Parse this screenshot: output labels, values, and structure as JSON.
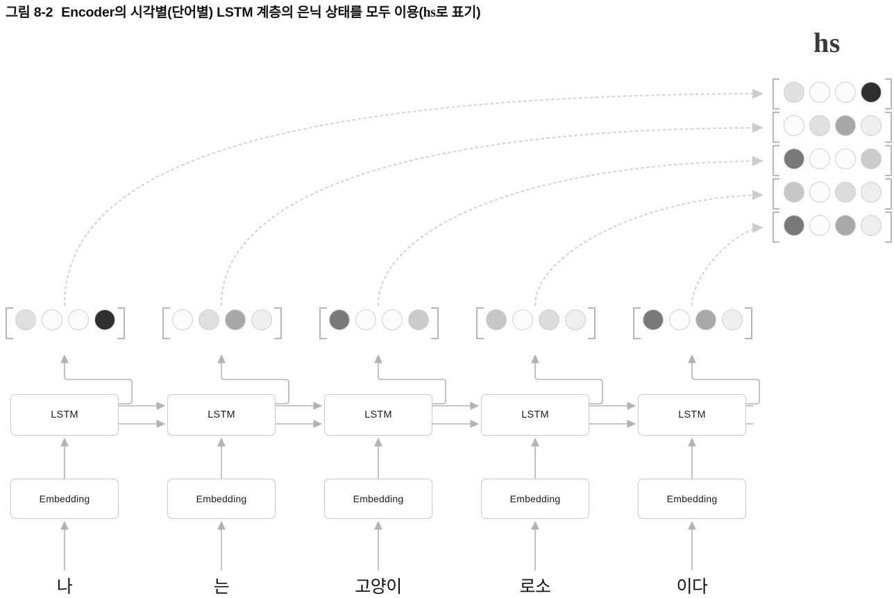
{
  "caption": {
    "figure_number": "그림 8-2",
    "text_before": "Encoder의 시각별(단어별) LSTM 계층의 은닉 상태를 모두 이용(",
    "symbol": "hs",
    "text_after": "로 표기)"
  },
  "hs_label": "hs",
  "colors": {
    "box_border": "#c9c9c9",
    "arrow": "#b3b3b3",
    "dashed_arrow": "#d2d2d2",
    "bracket": "#b5b5b5",
    "text": "#111111"
  },
  "timesteps": [
    {
      "word": "나",
      "lstm_label": "LSTM",
      "embedding_label": "Embedding"
    },
    {
      "word": "는",
      "lstm_label": "LSTM",
      "embedding_label": "Embedding"
    },
    {
      "word": "고양이",
      "lstm_label": "LSTM",
      "embedding_label": "Embedding"
    },
    {
      "word": "로소",
      "lstm_label": "LSTM",
      "embedding_label": "Embedding"
    },
    {
      "word": "이다",
      "lstm_label": "LSTM",
      "embedding_label": "Embedding"
    }
  ],
  "hidden_vectors": [
    {
      "timestep": 1,
      "cells": [
        "#e0e0e0",
        "#fbfbfb",
        "#fbfbfb",
        "#2f2f2f"
      ]
    },
    {
      "timestep": 2,
      "cells": [
        "#fbfbfb",
        "#e0e0e0",
        "#a8a8a8",
        "#efefef"
      ]
    },
    {
      "timestep": 3,
      "cells": [
        "#787878",
        "#fcfcfc",
        "#fcfcfc",
        "#cbcbcb"
      ]
    },
    {
      "timestep": 4,
      "cells": [
        "#c7c7c7",
        "#fcfcfc",
        "#dcdcdc",
        "#eeeeee"
      ]
    },
    {
      "timestep": 5,
      "cells": [
        "#787878",
        "#fcfcfc",
        "#a9a9a9",
        "#efefef"
      ]
    }
  ],
  "hs_matrix": {
    "rows": 5,
    "cols": 4,
    "values": [
      [
        "#e0e0e0",
        "#fbfbfb",
        "#fbfbfb",
        "#2f2f2f"
      ],
      [
        "#fbfbfb",
        "#e0e0e0",
        "#a8a8a8",
        "#efefef"
      ],
      [
        "#787878",
        "#fcfcfc",
        "#fcfcfc",
        "#cbcbcb"
      ],
      [
        "#c7c7c7",
        "#fcfcfc",
        "#dcdcdc",
        "#eeeeee"
      ],
      [
        "#787878",
        "#fcfcfc",
        "#a9a9a9",
        "#efefef"
      ]
    ]
  }
}
